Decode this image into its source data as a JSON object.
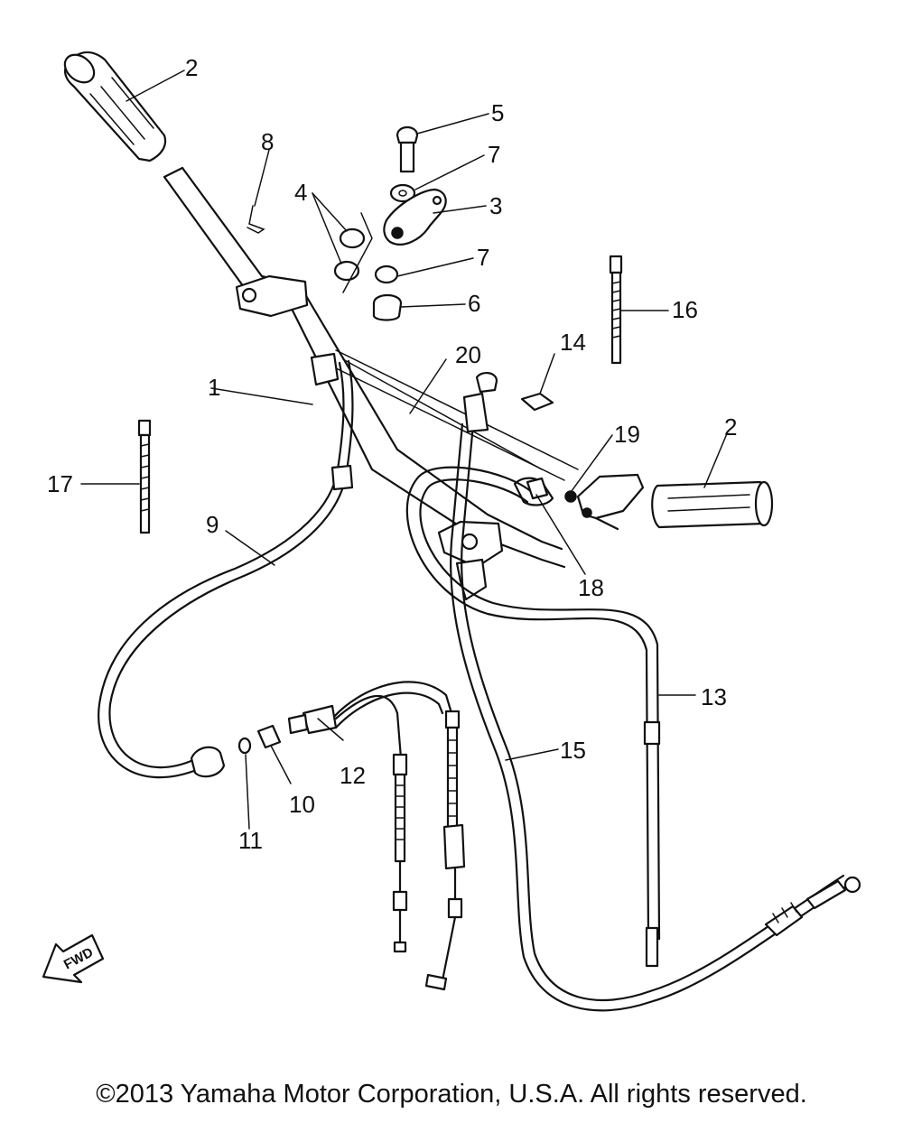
{
  "diagram": {
    "labels": {
      "l1": "1",
      "l2a": "2",
      "l2b": "2",
      "l3": "3",
      "l4": "4",
      "l5": "5",
      "l6": "6",
      "l7a": "7",
      "l7b": "7",
      "l8": "8",
      "l9": "9",
      "l10": "10",
      "l11": "11",
      "l12": "12",
      "l13": "13",
      "l14": "14",
      "l15": "15",
      "l16": "16",
      "l17": "17",
      "l18": "18",
      "l19": "19",
      "l20": "20"
    },
    "fwd_badge": "FWD"
  },
  "footer": {
    "copyright": "©2013 Yamaha Motor Corporation, U.S.A. All rights reserved."
  }
}
